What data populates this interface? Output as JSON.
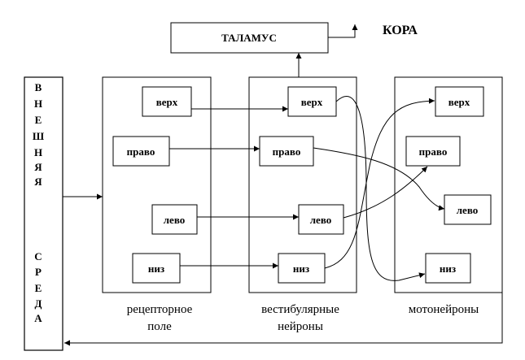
{
  "diagram": {
    "environment": {
      "top_letters": [
        "В",
        "Н",
        "Е",
        "Ш",
        "Н",
        "Я",
        "Я"
      ],
      "bottom_letters": [
        "С",
        "Р",
        "Е",
        "Д",
        "А"
      ]
    },
    "thalamus": "ТАЛАМУС",
    "cortex": "КОРА",
    "columns": {
      "receptor": {
        "caption_line1": "рецепторное",
        "caption_line2": "поле",
        "nodes": {
          "up": "верх",
          "right": "право",
          "left": "лево",
          "down": "низ"
        }
      },
      "vestibular": {
        "caption_line1": "вестибулярные",
        "caption_line2": "нейроны",
        "nodes": {
          "up": "верх",
          "right": "право",
          "left": "лево",
          "down": "низ"
        }
      },
      "motor": {
        "caption_line1": "мотонейроны",
        "nodes": {
          "up": "верх",
          "right": "право",
          "left": "лево",
          "down": "низ"
        }
      }
    }
  }
}
